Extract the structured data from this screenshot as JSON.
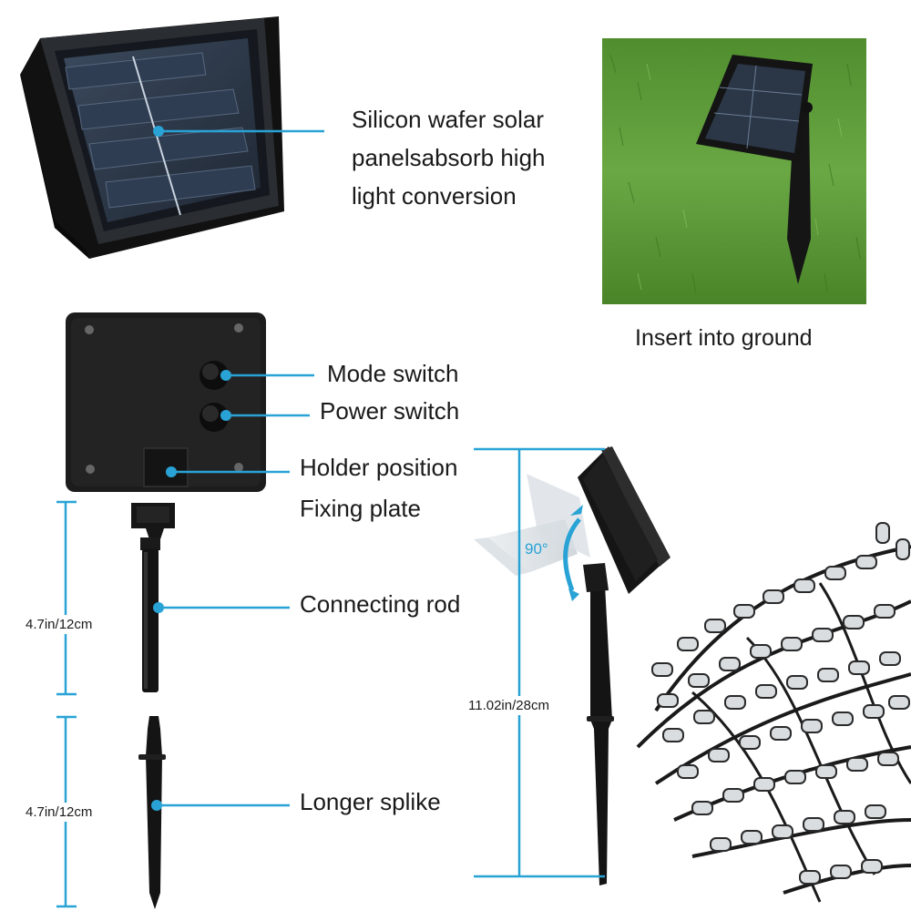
{
  "callouts": {
    "solar_panel": [
      "Silicon wafer solar",
      "panelsabsorb high",
      "light conversion"
    ],
    "insert": "Insert into ground",
    "mode_switch": "Mode switch",
    "power_switch": "Power switch",
    "holder_position": "Holder position",
    "fixing_plate": "Fixing plate",
    "connecting_rod": "Connecting rod",
    "longer_spike": "Longer splike"
  },
  "dimensions": {
    "rod_length": "4.7in/12cm",
    "spike_length": "4.7in/12cm",
    "total_height": "11.02in/28cm",
    "tilt_angle": "90°"
  },
  "colors": {
    "accent": "#29a3d6",
    "panel_body": "#1b1b1b",
    "panel_cells": "#2a3442",
    "grass": "#5d9a3a",
    "text": "#1a1a1a"
  }
}
